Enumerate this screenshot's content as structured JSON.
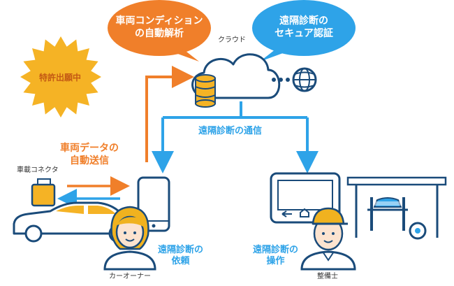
{
  "bubbles": {
    "analysis": {
      "line1": "車両コンディション",
      "line2": "の自動解析"
    },
    "security": {
      "line1": "遠隔診断の",
      "line2": "セキュア認証"
    }
  },
  "badge": {
    "label": "特許出願中"
  },
  "labels": {
    "cloud": "クラウド",
    "communication": "遠隔診断の通信",
    "auto_send_line1": "車両データの",
    "auto_send_line2": "自動送信",
    "connector": "車載コネクタ",
    "request_line1": "遠隔診断の",
    "request_line2": "依頼",
    "operation_line1": "遠隔診断の",
    "operation_line2": "操作",
    "car_owner": "カーオーナー",
    "mechanic": "整備士"
  },
  "colors": {
    "orange": "#f07f2a",
    "blue": "#2ea3e8",
    "navy": "#1a4b7a",
    "badge": "#f5b325",
    "skin": "#fce3cf",
    "hair": "#f0b21f"
  }
}
